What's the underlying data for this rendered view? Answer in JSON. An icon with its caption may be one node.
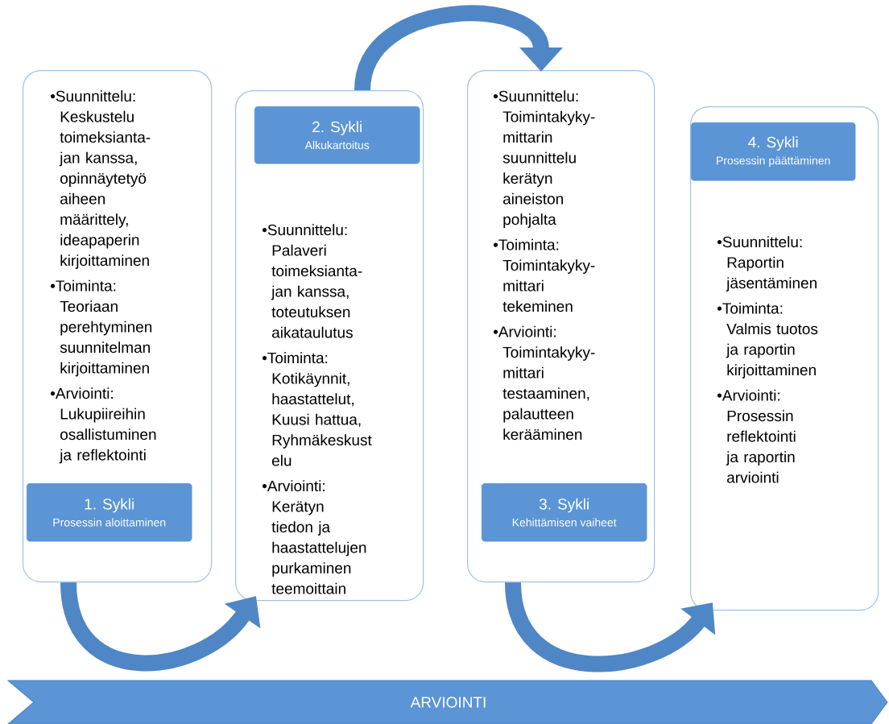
{
  "diagram": {
    "nodes": [
      {
        "text": [
          "•Suunnittelu: Keskustelu toimeksianta- jan kanssa, opinnäytetyö aiheen määrittely, ideapaperin kirjoittaminen",
          "•Toiminta: Teoriaan perehtyminen suunnitelman kirjoittaminen",
          "•Arviointi: Lukupiireihin osallistuminen ja reflektointi"
        ]
      },
      {
        "text": [
          "1. Sykli",
          "Prosessin aloittaminen"
        ],
        "in": 0
      },
      {
        "text": [
          "•Suunnittelu: Palaveri toimeksianta- jan kanssa, toteutuksen aikataulutus",
          "•Toiminta: Kotikäynnit, haastattelut, Kuusi hattua, Ryhmäkeskust elu",
          "•Arviointi: Kerätyn tiedon ja haastattelujen purkaminen teemoittain"
        ]
      },
      {
        "text": [
          "2. Sykli",
          "Alkukartoitus"
        ],
        "in": 2
      },
      {
        "text": [
          "•Suunnittelu: Toimintakyky- mittarin suunnittelu kerätyn aineiston pohjalta",
          "•Toiminta: Toimintakyky- mittari tekeminen",
          "•Arviointi: Toimintakyky- mittari testaaminen, palautteen kerääminen"
        ]
      },
      {
        "text": [
          "3. Sykli",
          "Kehittämisen vaiheet"
        ],
        "in": 4
      },
      {
        "text": [
          "•Suunnittelu: Raportin jäsentäminen",
          "•Toiminta: Valmis tuotos ja raportin kirjoittaminen",
          "•Arviointi: Prosessin reflektointi ja raportin arviointi"
        ]
      },
      {
        "text": [
          "4. Sykli",
          "Prosessin päättäminen"
        ],
        "in": 6
      },
      {
        "text": [
          "ARVIOINTI"
        ]
      }
    ],
    "edges": [
      {
        "from": 0,
        "to": 2,
        "arrow": "to"
      },
      {
        "from": 2,
        "to": 4,
        "arrow": "to"
      },
      {
        "from": 4,
        "to": 6,
        "arrow": "to"
      }
    ]
  }
}
